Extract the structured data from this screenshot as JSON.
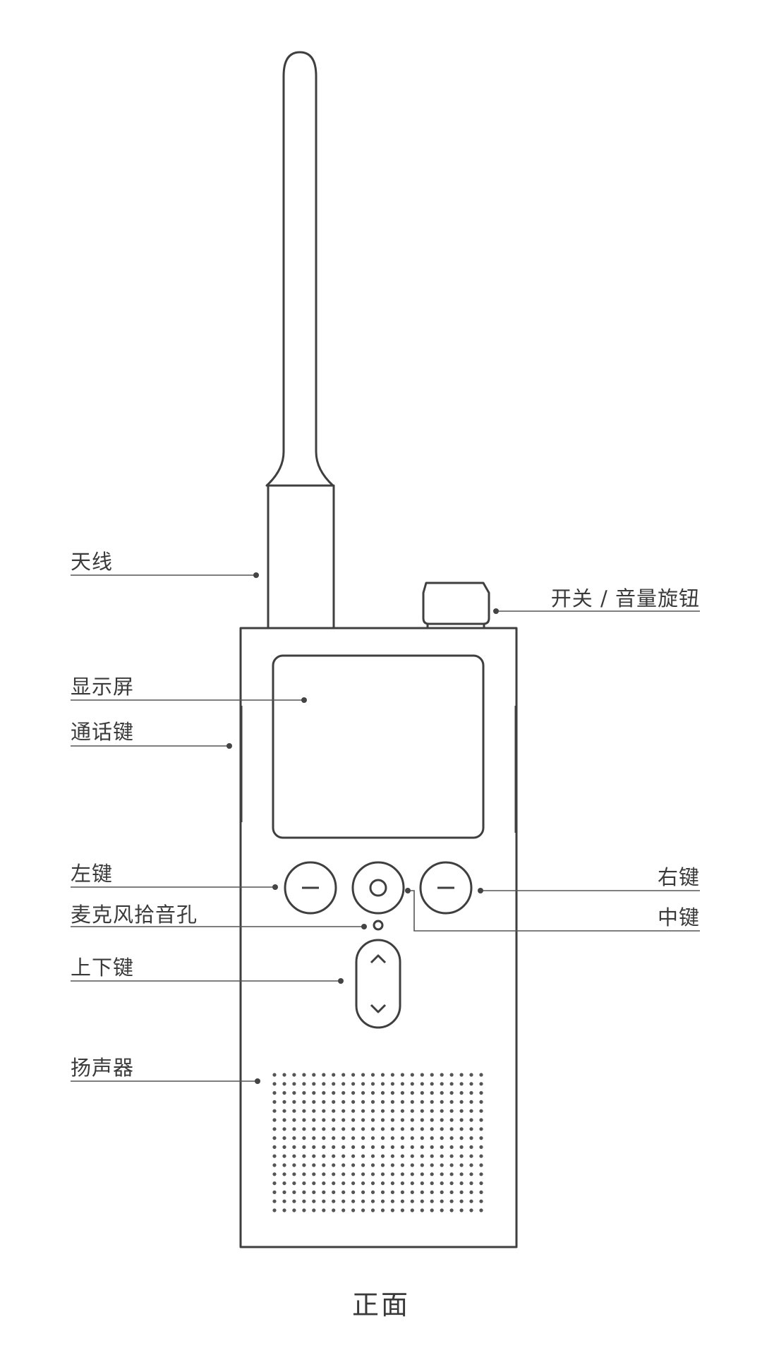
{
  "labels": {
    "antenna": "天线",
    "power_volume_knob": "开关 / 音量旋钮",
    "display": "显示屏",
    "ptt_key": "通话键",
    "left_key": "左键",
    "right_key": "右键",
    "microphone_hole": "麦克风拾音孔",
    "middle_key": "中键",
    "up_down_key": "上下键",
    "speaker": "扬声器"
  },
  "caption": "正面"
}
